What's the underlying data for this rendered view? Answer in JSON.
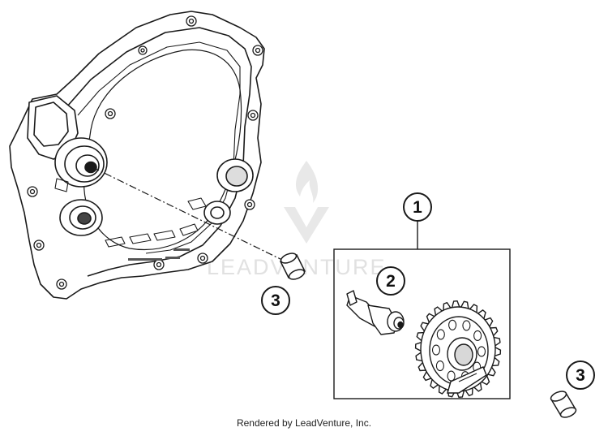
{
  "diagram": {
    "callouts": [
      {
        "id": "c1",
        "number": "1"
      },
      {
        "id": "c2",
        "number": "2"
      },
      {
        "id": "c3a",
        "number": "3"
      },
      {
        "id": "c3b",
        "number": "3"
      }
    ],
    "watermark": "LEADVENTURE",
    "credit": "Rendered by LeadVenture, Inc.",
    "colors": {
      "line": "#1a1a1a",
      "fill": "#ffffff",
      "watermark": "#c9c9c9"
    }
  }
}
